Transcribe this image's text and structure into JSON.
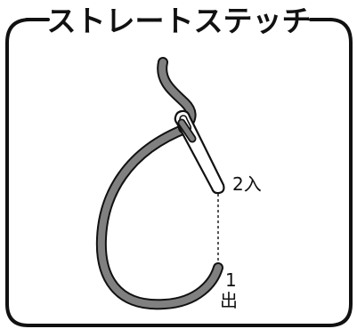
{
  "title": "ストレートステッチ",
  "labels": {
    "point2": "2入",
    "point1_num": "1",
    "point1_text": "出"
  },
  "colors": {
    "frame": "#111111",
    "thread_fill": "#808080",
    "thread_outline": "#111111",
    "needle_fill": "#ffffff"
  }
}
